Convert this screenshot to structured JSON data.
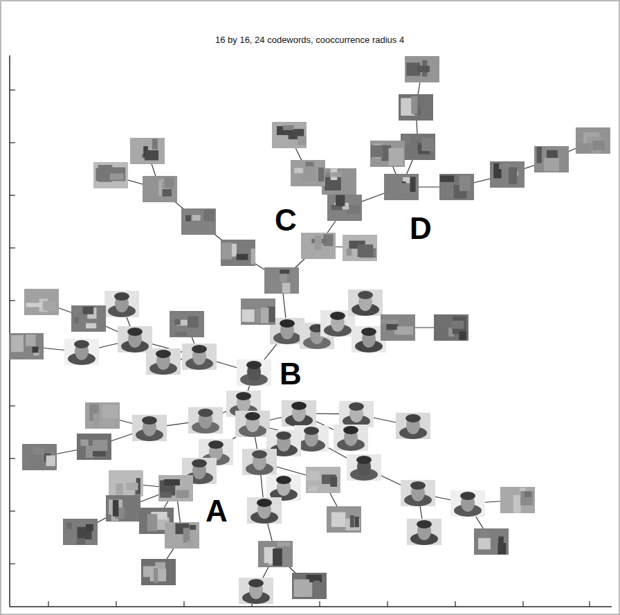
{
  "diagram": {
    "title": "16 by 16, 24 codewords, cooccurrence radius 4",
    "labels": [
      "A",
      "B",
      "C",
      "D"
    ]
  }
}
